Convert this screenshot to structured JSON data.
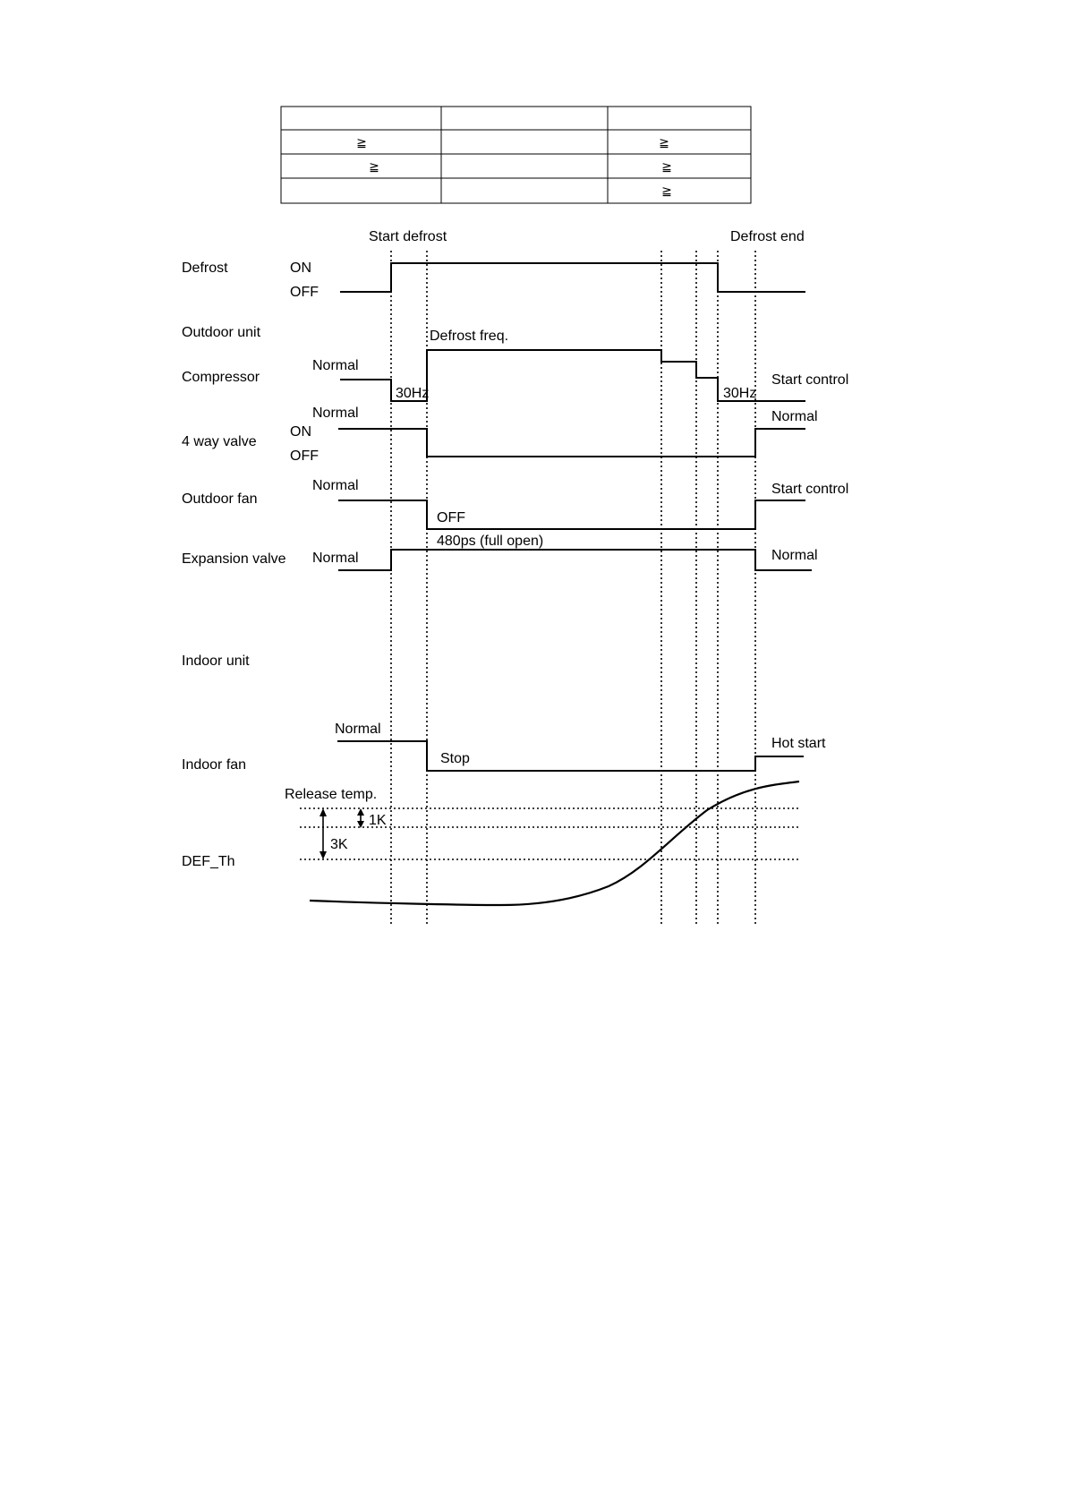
{
  "table": {
    "rows": [
      [
        "",
        "",
        ""
      ],
      [
        "≧",
        "",
        "≧"
      ],
      [
        "≧",
        "",
        "≧"
      ],
      [
        "",
        "",
        "≧"
      ]
    ]
  },
  "diagram": {
    "markers": {
      "start_defrost": "Start defrost",
      "defrost_end": "Defrost end"
    },
    "defrost": {
      "label": "Defrost",
      "on": "ON",
      "off": "OFF"
    },
    "outdoor_unit": {
      "label": "Outdoor unit",
      "defrost_freq": "Defrost freq."
    },
    "compressor": {
      "label": "Compressor",
      "normal": "Normal",
      "hz_before": "30Hz",
      "hz_after": "30Hz",
      "start_control": "Start control"
    },
    "four_way_valve": {
      "label": "4 way valve",
      "normal": "Normal",
      "on": "ON",
      "off": "OFF",
      "normal_after": "Normal"
    },
    "outdoor_fan": {
      "label": "Outdoor fan",
      "normal": "Normal",
      "off": "OFF",
      "start_control": "Start control"
    },
    "expansion_valve": {
      "label": "Expansion valve",
      "normal": "Normal",
      "full_open": "480ps (full open)",
      "normal_after": "Normal"
    },
    "indoor_unit": {
      "label": "Indoor unit"
    },
    "indoor_fan": {
      "label": "Indoor fan",
      "normal": "Normal",
      "stop": "Stop",
      "hot_start": "Hot start"
    },
    "def_th": {
      "label": "DEF_Th",
      "release_temp": "Release temp.",
      "delta_1k": "1K",
      "delta_3k": "3K"
    }
  }
}
